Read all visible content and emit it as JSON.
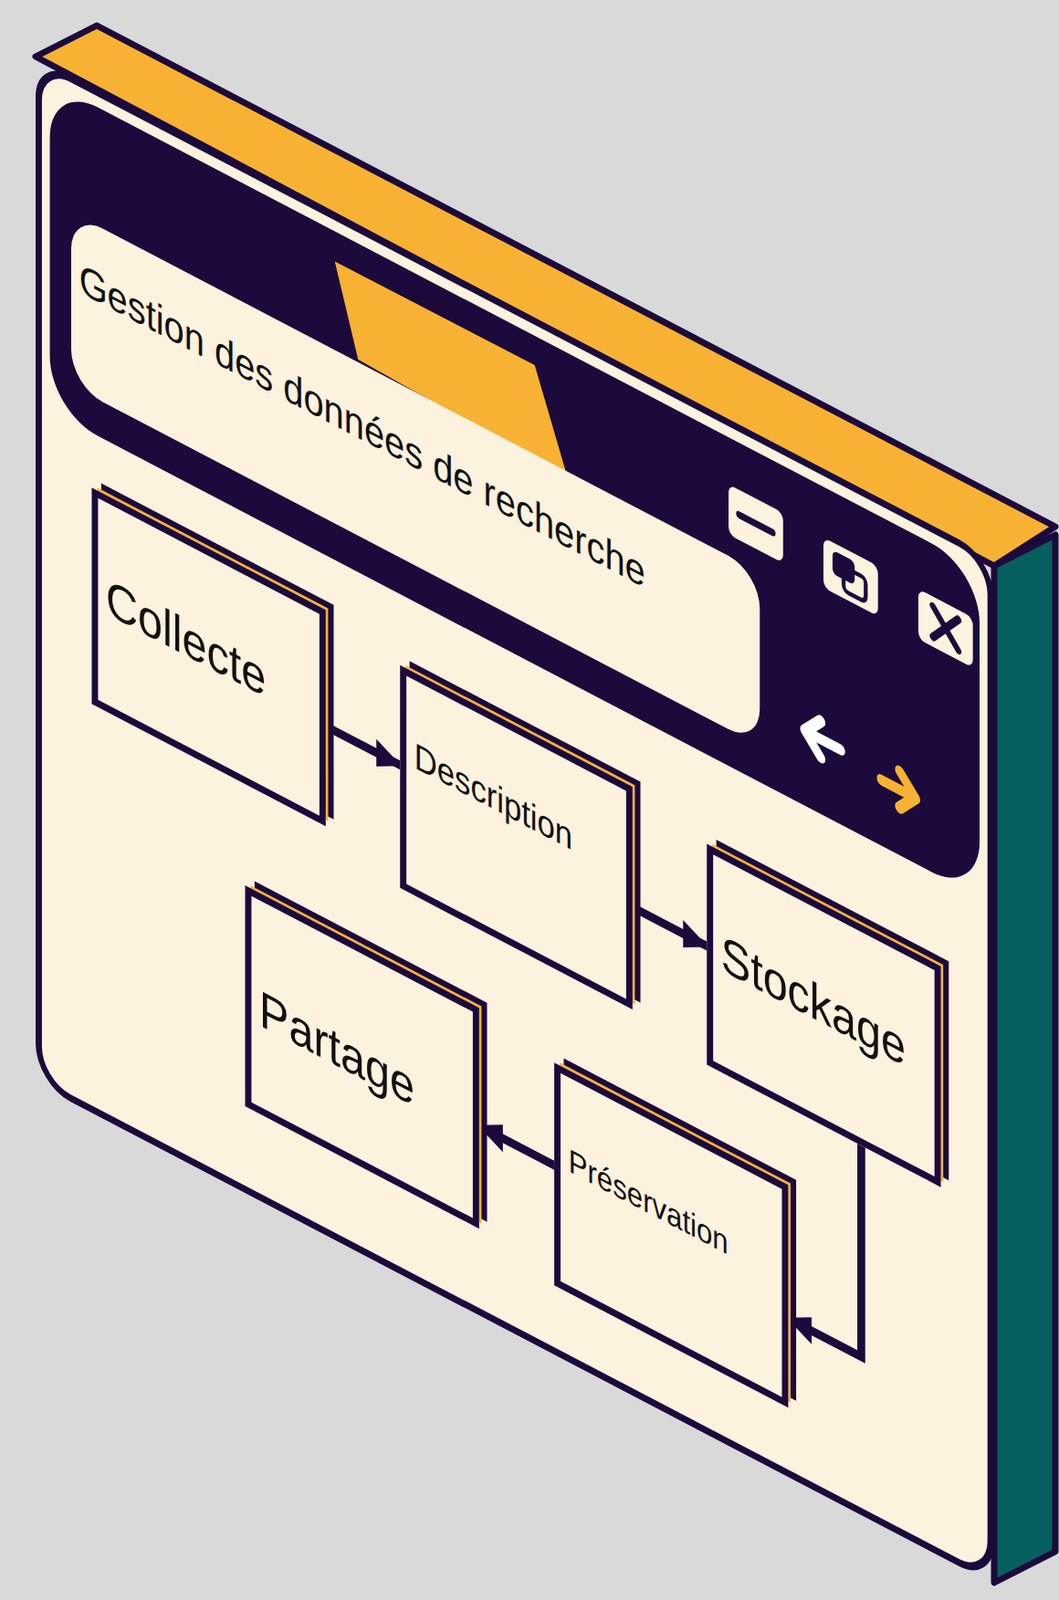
{
  "diagram": {
    "title": "Gestion des données de recherche",
    "nodes": [
      {
        "text": [
          "Collecte"
        ]
      },
      {
        "text": [
          "Description"
        ]
      },
      {
        "text": [
          "Stockage"
        ]
      },
      {
        "text": [
          "Partage"
        ]
      },
      {
        "text": [
          "Préservation"
        ]
      }
    ],
    "edges": [
      {
        "from": 0,
        "to": 1,
        "arrow": "to"
      },
      {
        "from": 1,
        "to": 2,
        "arrow": "to"
      },
      {
        "from": 2,
        "to": 4,
        "arrow": "to"
      },
      {
        "from": 4,
        "to": 3,
        "arrow": "to"
      }
    ]
  }
}
